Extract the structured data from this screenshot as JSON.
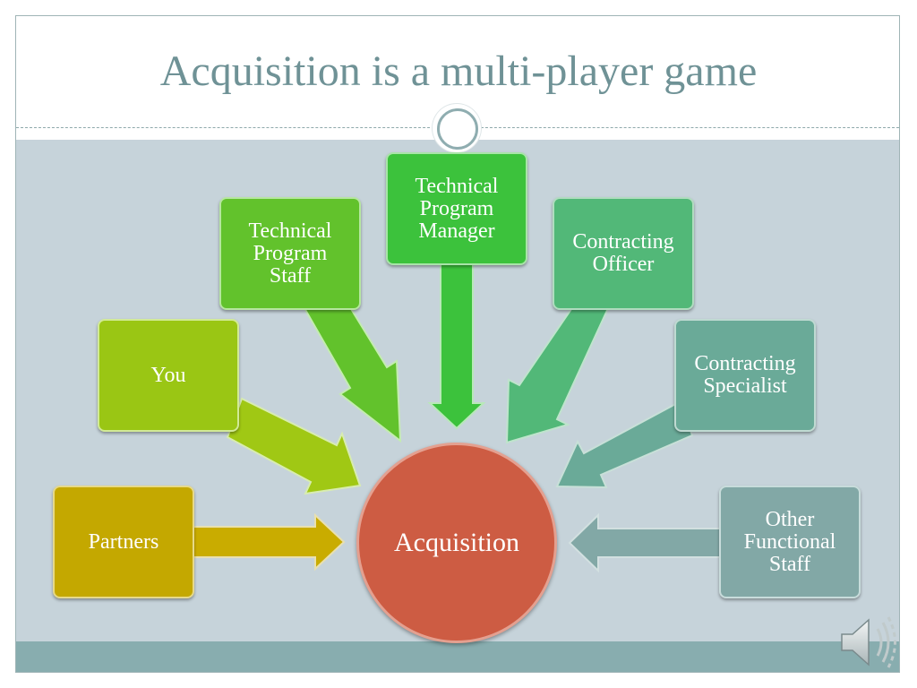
{
  "slide": {
    "title": "Acquisition is a multi-player game"
  },
  "diagram": {
    "hub": {
      "label": "Acquisition",
      "color": "#cd5c43"
    },
    "players": [
      {
        "id": "partners",
        "label": "Partners",
        "color": "#c4a800"
      },
      {
        "id": "you",
        "label": "You",
        "color": "#9ac614"
      },
      {
        "id": "technical-program-staff",
        "label": "Technical\nProgram\nStaff",
        "color": "#62c22c"
      },
      {
        "id": "technical-program-manager",
        "label": "Technical\nProgram\nManager",
        "color": "#3cc23c"
      },
      {
        "id": "contracting-officer",
        "label": "Contracting\nOfficer",
        "color": "#52b878"
      },
      {
        "id": "contracting-specialist",
        "label": "Contracting\nSpecialist",
        "color": "#6aaa98"
      },
      {
        "id": "other-functional-staff",
        "label": "Other\nFunctional\nStaff",
        "color": "#82a8a6"
      }
    ]
  },
  "icons": {
    "ornament": "circle-ornament-icon",
    "audio": "speaker-icon"
  }
}
